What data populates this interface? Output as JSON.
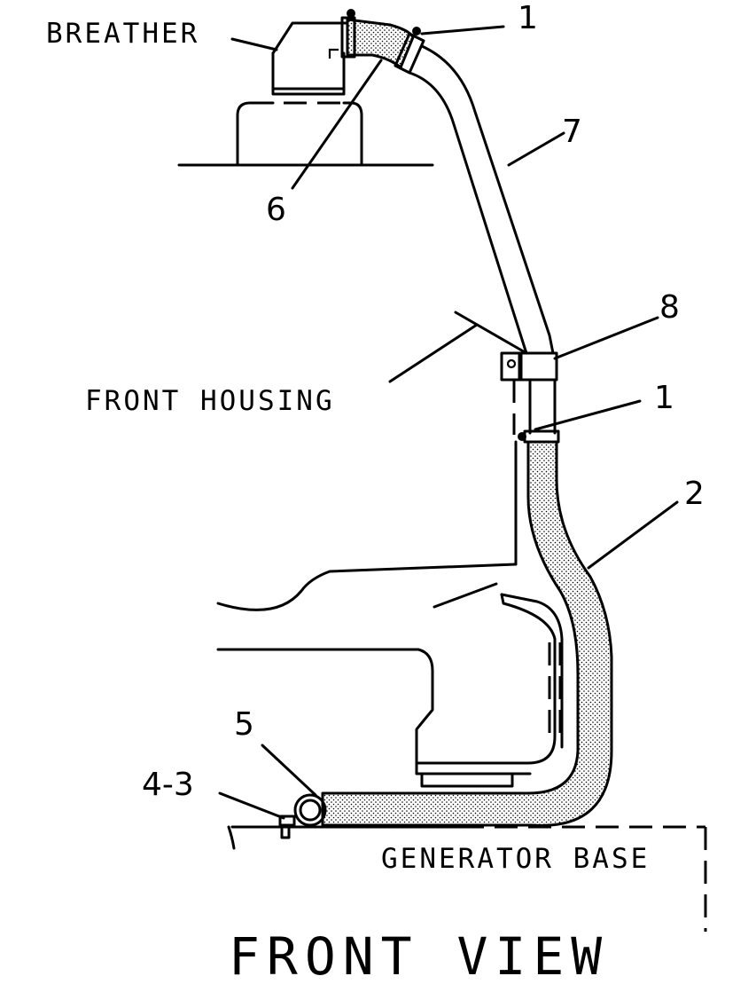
{
  "labels": {
    "breather": "BREATHER",
    "front_housing": "FRONT HOUSING",
    "generator_base": "GENERATOR BASE",
    "view_title": "FRONT VIEW"
  },
  "callouts": {
    "c1_top": "1",
    "c7": "7",
    "c6": "6",
    "c8": "8",
    "c1_mid": "1",
    "c2": "2",
    "c5": "5",
    "c4_3": "4-3"
  },
  "colors": {
    "ink": "#000000",
    "paper": "#ffffff"
  }
}
